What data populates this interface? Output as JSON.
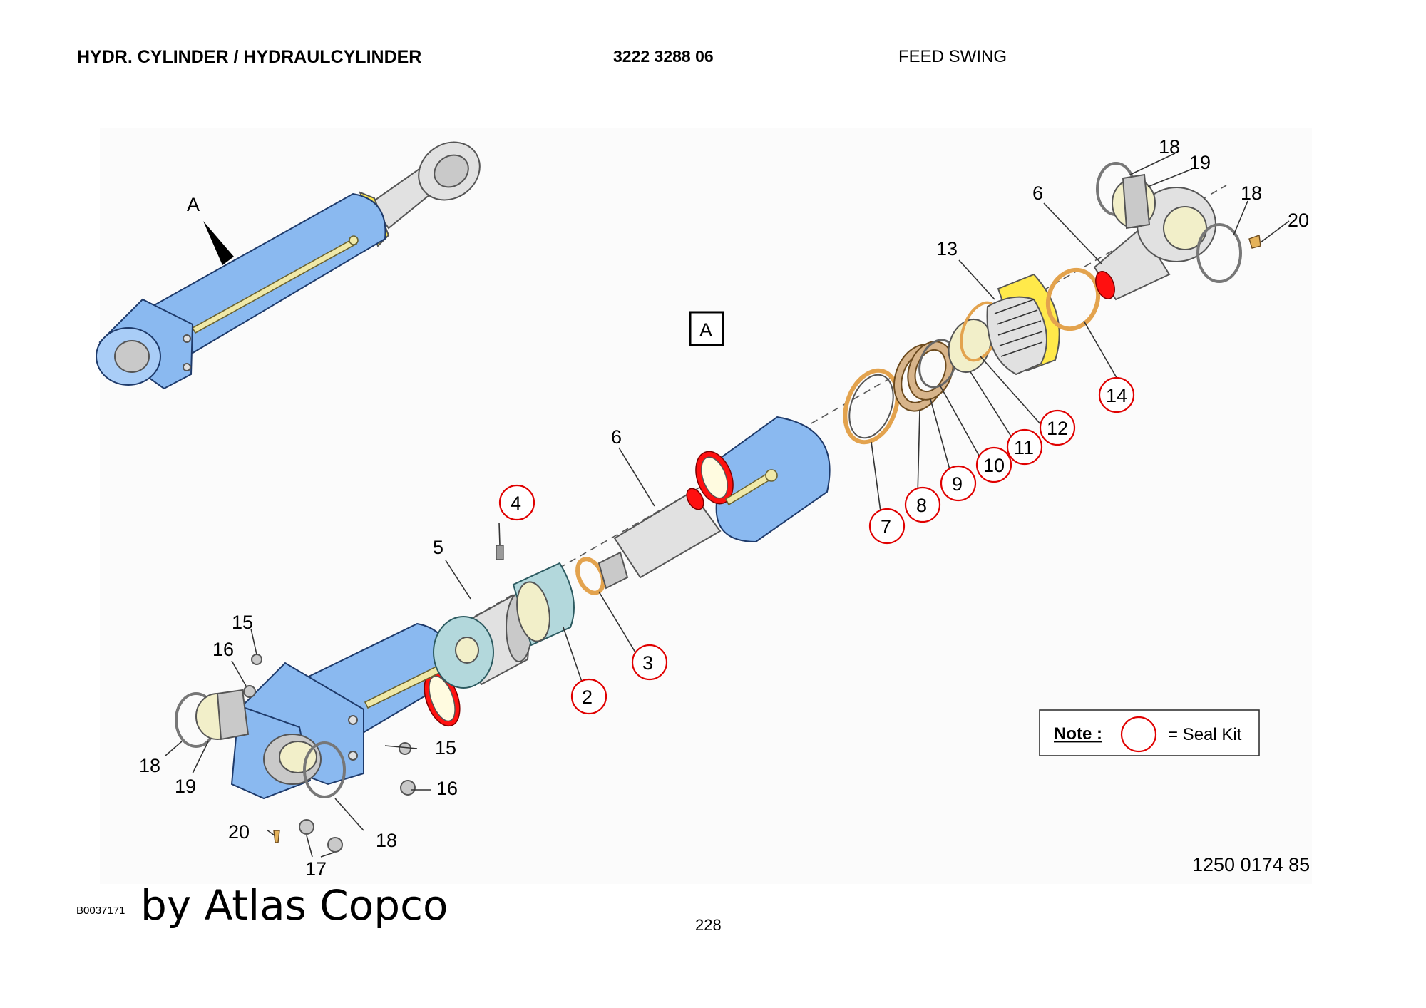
{
  "header": {
    "title": "HYDR. CYLINDER / HYDRAULCYLINDER",
    "part_number": "3222 3288 06",
    "description": "FEED SWING"
  },
  "view_marker": {
    "arrow_label": "A",
    "box_label": "A"
  },
  "callouts": {
    "c2": "2",
    "c3": "3",
    "c4": "4",
    "c5": "5",
    "c6a": "6",
    "c6b": "6",
    "c7": "7",
    "c8": "8",
    "c9": "9",
    "c10": "10",
    "c11": "11",
    "c12": "12",
    "c13": "13",
    "c14": "14",
    "c15a": "15",
    "c15b": "15",
    "c16a": "16",
    "c16b": "16",
    "c17": "17",
    "c18a": "18",
    "c18b": "18",
    "c18c": "18",
    "c18d": "18",
    "c19a": "19",
    "c19b": "19",
    "c20a": "20",
    "c20b": "20"
  },
  "note": {
    "label": "Note :",
    "text": "= Seal Kit"
  },
  "drawing_number": "1250 0174 85",
  "footer": {
    "image_code": "B0037171",
    "brand_text": "by Atlas Copco",
    "page_number": "228"
  },
  "colors": {
    "cylinder_blue": "#8ab9f0",
    "seal_kit_circle": "#e00000",
    "brass": "#ffe94a",
    "seal_orange": "#e3a34e"
  }
}
